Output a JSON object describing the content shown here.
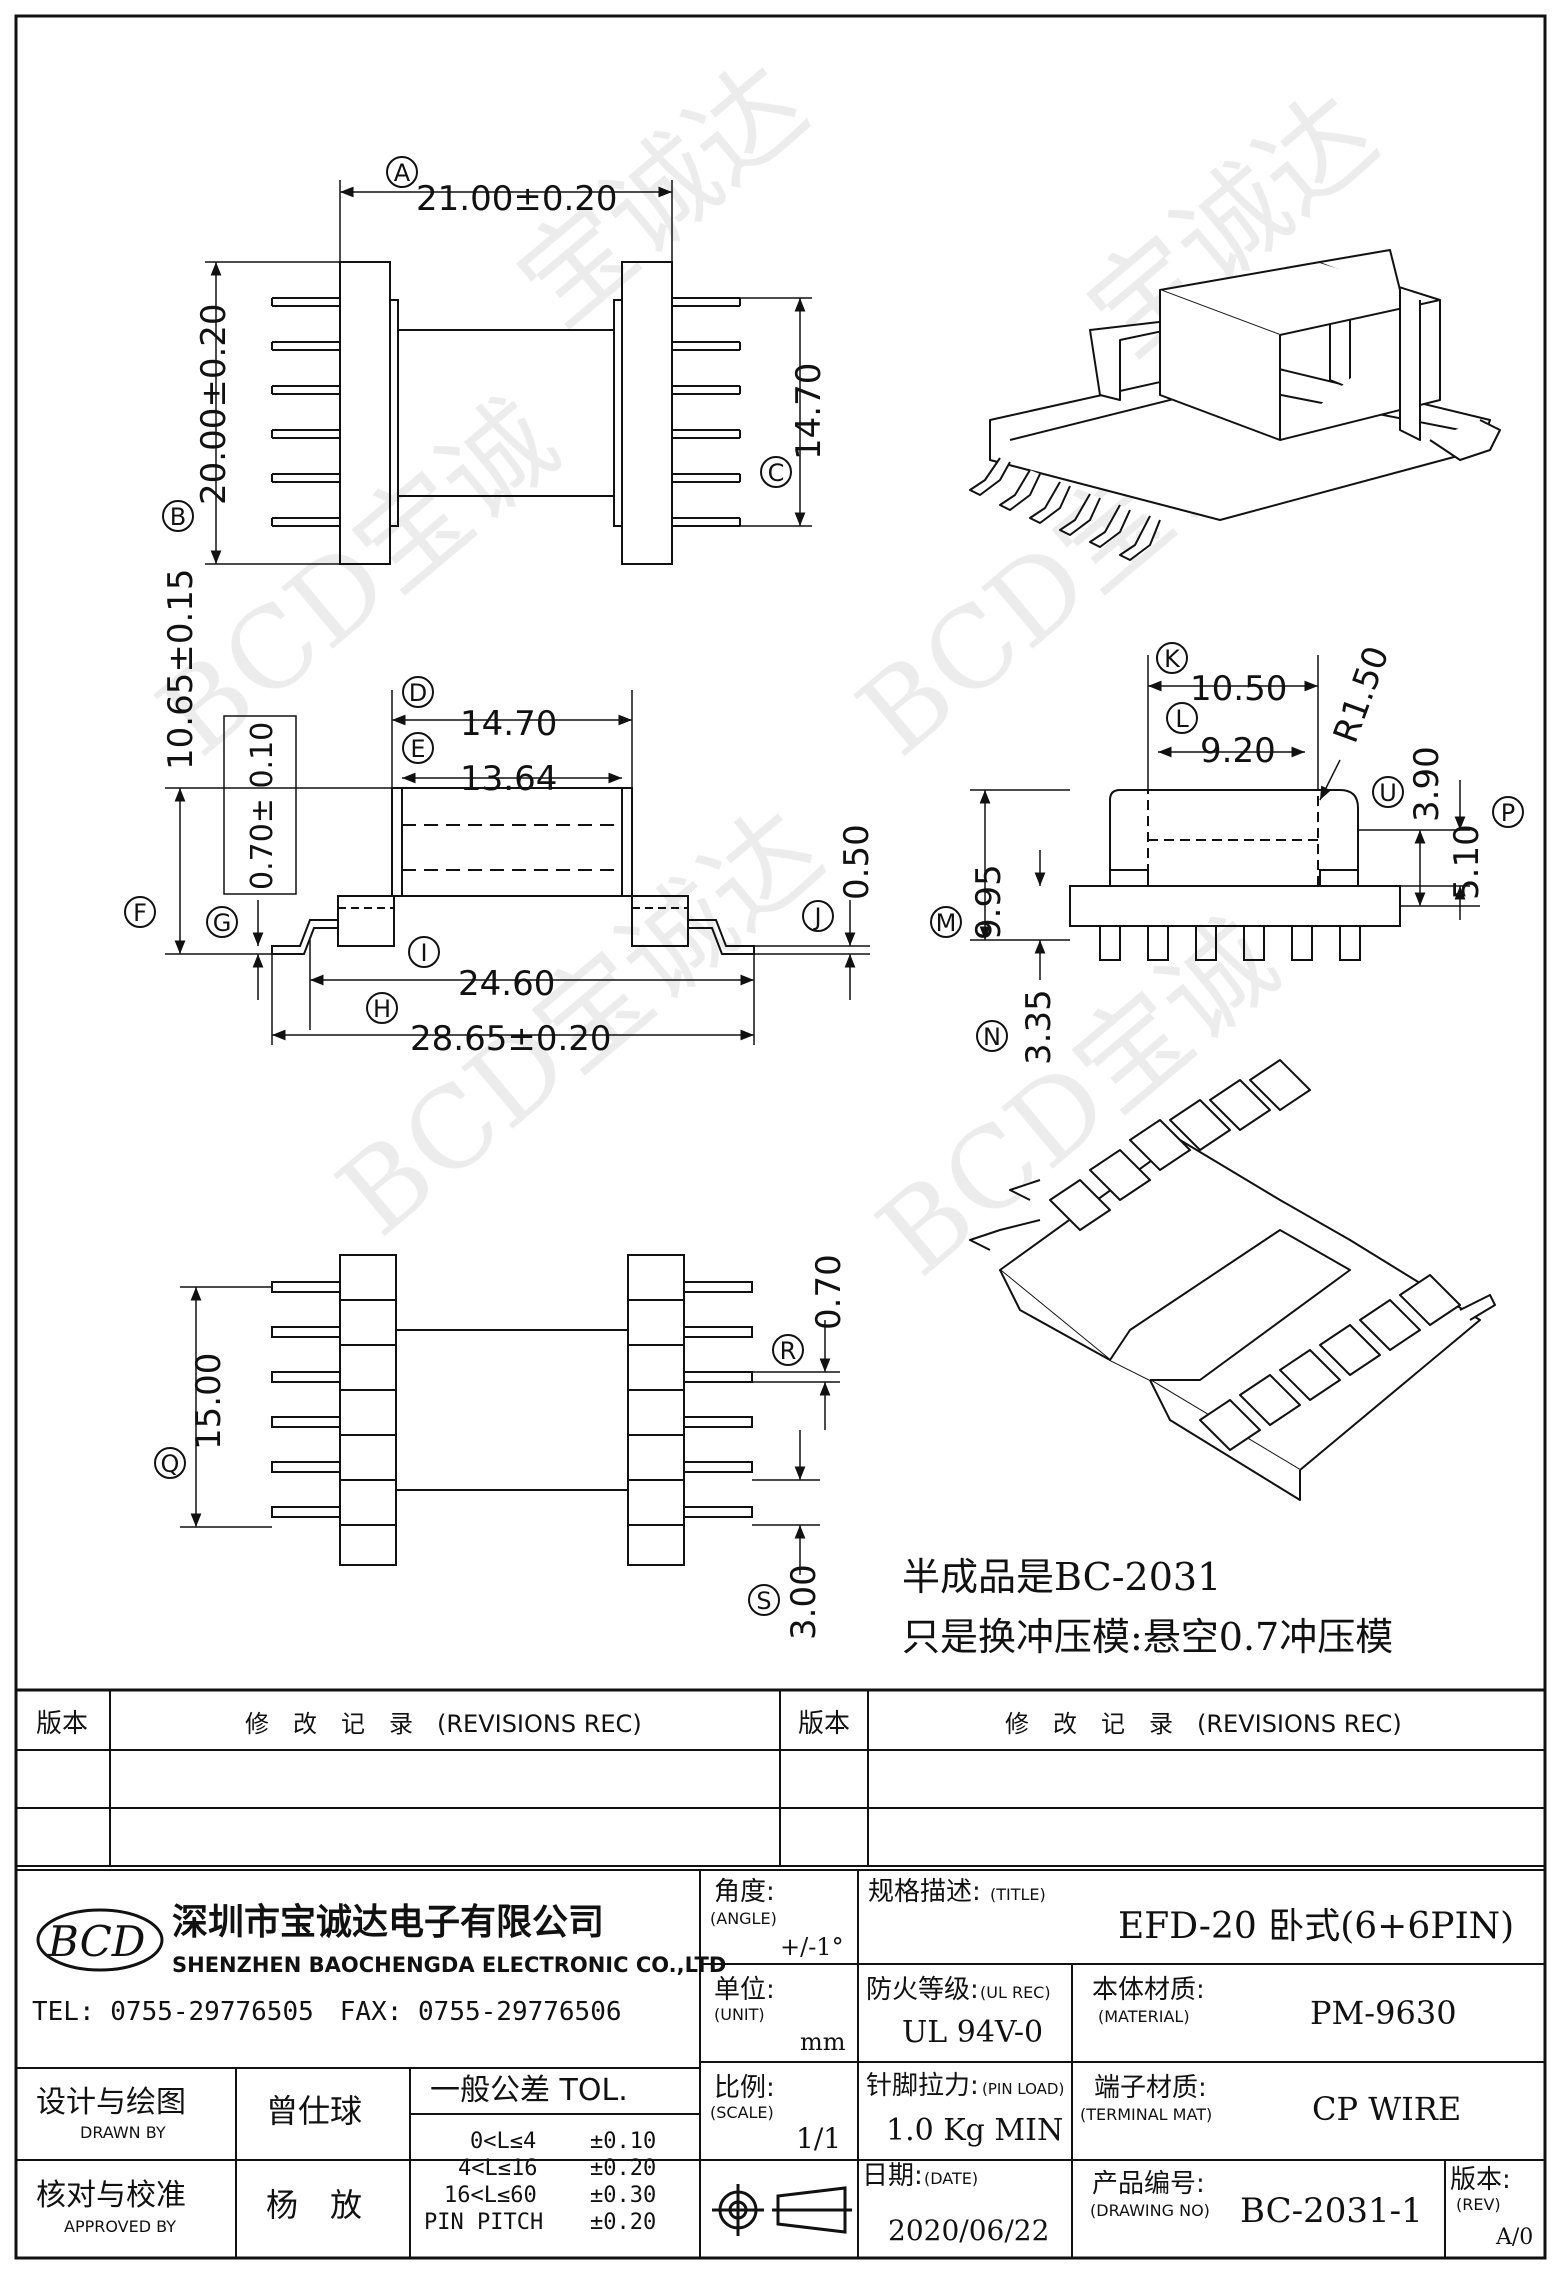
{
  "drawing": {
    "dims": {
      "A": "21.00±0.20",
      "B": "20.00±0.20",
      "C": "14.70",
      "D": "14.70",
      "E": "13.64",
      "F": "10.65±0.15",
      "G": "0.70± 0.10",
      "H": "28.65±0.20",
      "I": "24.60",
      "J": "0.50",
      "K": "10.50",
      "L": "9.20",
      "R150": "R1.50",
      "U": "3.90",
      "P": "5.10",
      "M": "9.95",
      "N": "3.35",
      "Q": "15.00",
      "R": "0.70",
      "S": "3.00"
    },
    "callouts": [
      "A",
      "B",
      "C",
      "D",
      "E",
      "F",
      "G",
      "H",
      "I",
      "J",
      "K",
      "L",
      "M",
      "N",
      "P",
      "Q",
      "R",
      "S",
      "U"
    ],
    "notes": [
      "半成品是BC-2031",
      "只是换冲压模:悬空0.7冲压模"
    ],
    "watermark": "BCD 宝诚达"
  },
  "title_block": {
    "rev_header_left": "版本",
    "rev_header_mid": "修　改　记　录　(REVISIONS REC)",
    "rev_header_right": "版本",
    "rev_header_mid2": "修　改　记　录　(REVISIONS REC)",
    "company_cn": "深圳市宝诚达电子有限公司",
    "company_en": "SHENZHEN BAOCHENGDA ELECTRONIC CO.,LTD",
    "tel_fax": "TEL: 0755-29776505　FAX: 0755-29776506",
    "logo": "BCD",
    "angle_label": "角度:",
    "angle_label_en": "(ANGLE)",
    "angle_value": "+/-1°",
    "title_label": "规格描述:",
    "title_label_en": "(TITLE)",
    "title_value": "EFD-20 卧式(6+6PIN)",
    "unit_label": "单位:",
    "unit_label_en": "(UNIT)",
    "unit_value": "mm",
    "ul_label": "防火等级:",
    "ul_label_en": "(UL REC)",
    "ul_value": "UL 94V-0",
    "mat_label": "本体材质:",
    "mat_label_en": "(MATERIAL)",
    "mat_value": "PM-9630",
    "design_label": "设计与绘图",
    "design_label_en": "DRAWN BY",
    "design_value": "曾仕球",
    "approve_label": "核对与校准",
    "approve_label_en": "APPROVED BY",
    "approve_value": "杨　放",
    "tol_title": "一般公差 TOL.",
    "tol_rows": [
      {
        "range": "0<L≤4",
        "tol": "±0.10"
      },
      {
        "range": "4<L≤16",
        "tol": "±0.20"
      },
      {
        "range": "16<L≤60",
        "tol": "±0.30"
      },
      {
        "range": "PIN PITCH",
        "tol": "±0.20"
      }
    ],
    "scale_label": "比例:",
    "scale_label_en": "(SCALE)",
    "scale_value": "1/1",
    "pin_label": "针脚拉力:",
    "pin_label_en": "(PIN LOAD)",
    "pin_value": "1.0 Kg MIN",
    "term_label": "端子材质:",
    "term_label_en": "(TERMINAL MAT)",
    "term_value": "CP WIRE",
    "date_label": "日期:",
    "date_label_en": "(DATE)",
    "date_value": "2020/06/22",
    "dwg_label": "产品编号:",
    "dwg_label_en": "(DRAWING NO)",
    "dwg_value": "BC-2031-1",
    "rev_label": "版本:",
    "rev_label_en": "(REV)",
    "rev_value": "A/0"
  }
}
